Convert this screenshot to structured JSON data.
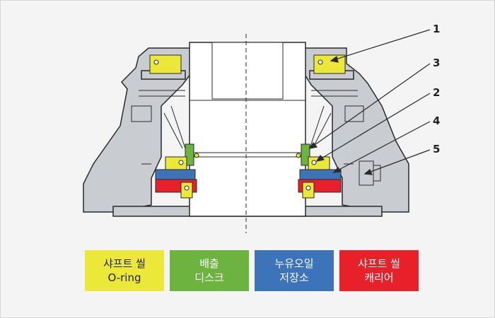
{
  "callouts": [
    {
      "number": "1"
    },
    {
      "number": "3"
    },
    {
      "number": "2"
    },
    {
      "number": "4"
    },
    {
      "number": "5"
    }
  ],
  "legend": [
    {
      "line1": "샤프트 씰",
      "line2": "O-ring",
      "color": "#ece83a"
    },
    {
      "line1": "배출",
      "line2": "디스크",
      "color": "#6db33f"
    },
    {
      "line1": "누유오일",
      "line2": "저장소",
      "color": "#3c73b9"
    },
    {
      "line1": "샤프트 씰",
      "line2": "캐리어",
      "color": "#e8202a"
    }
  ],
  "colors": {
    "body_fill": "#c9cdd2",
    "outline": "#2a2a2a",
    "shaft_fill": "#ffffff"
  }
}
